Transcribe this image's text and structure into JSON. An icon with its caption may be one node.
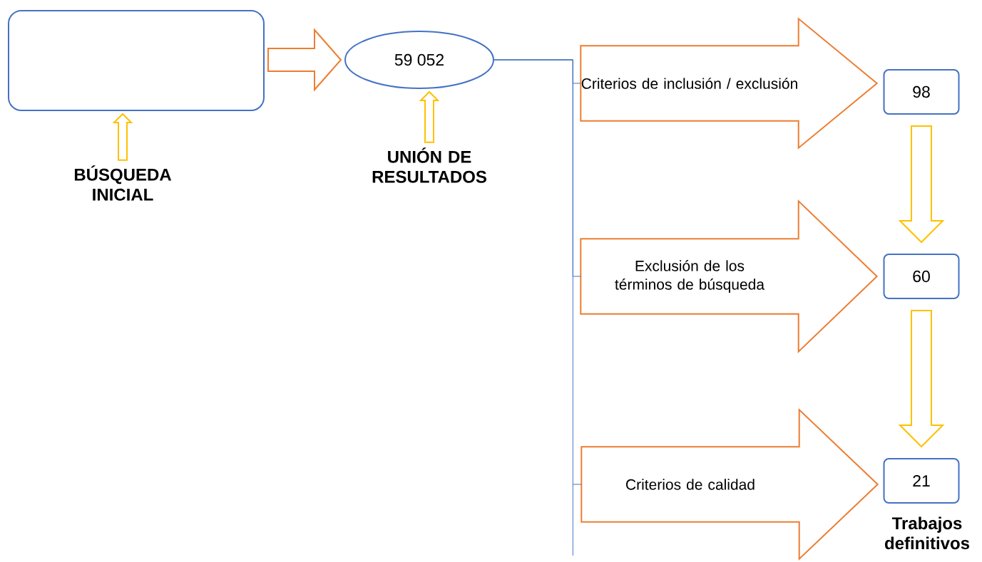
{
  "diagram": {
    "nodes": [
      {
        "text": [],
        "shape": "box"
      },
      {
        "text": [
          "BÚSQUEDA INICIAL"
        ]
      },
      {
        "text": [
          "59 052"
        ]
      },
      {
        "text": [
          "UNIÓN DE RESULTADOS"
        ]
      },
      {
        "text": [
          "Criterios de inclusión / exclusión"
        ]
      },
      {
        "text": [
          "98"
        ]
      },
      {
        "text": [
          "Exclusión de los términos de búsqueda"
        ]
      },
      {
        "text": [
          "60"
        ]
      },
      {
        "text": [
          "Criterios de calidad"
        ]
      },
      {
        "text": [
          "21"
        ]
      }
    ],
    "labels": [
      "Trabajos definitivos"
    ],
    "edges": [
      {
        "from": 1,
        "to": 0,
        "arrow": "to"
      },
      {
        "from": 0,
        "to": 2,
        "arrow": "to",
        "color": "#ed7d31"
      },
      {
        "from": 3,
        "to": 2,
        "arrow": "to"
      },
      {
        "from": 2,
        "to": 4,
        "arrow": "none",
        "color": "#4472c4"
      },
      {
        "from": 2,
        "to": 6,
        "arrow": "none",
        "color": "#4472c4"
      },
      {
        "from": 2,
        "to": 8,
        "arrow": "none",
        "color": "#4472c4"
      },
      {
        "from": 5,
        "to": 7,
        "arrow": "to"
      },
      {
        "from": 7,
        "to": 9,
        "arrow": "to"
      }
    ]
  }
}
